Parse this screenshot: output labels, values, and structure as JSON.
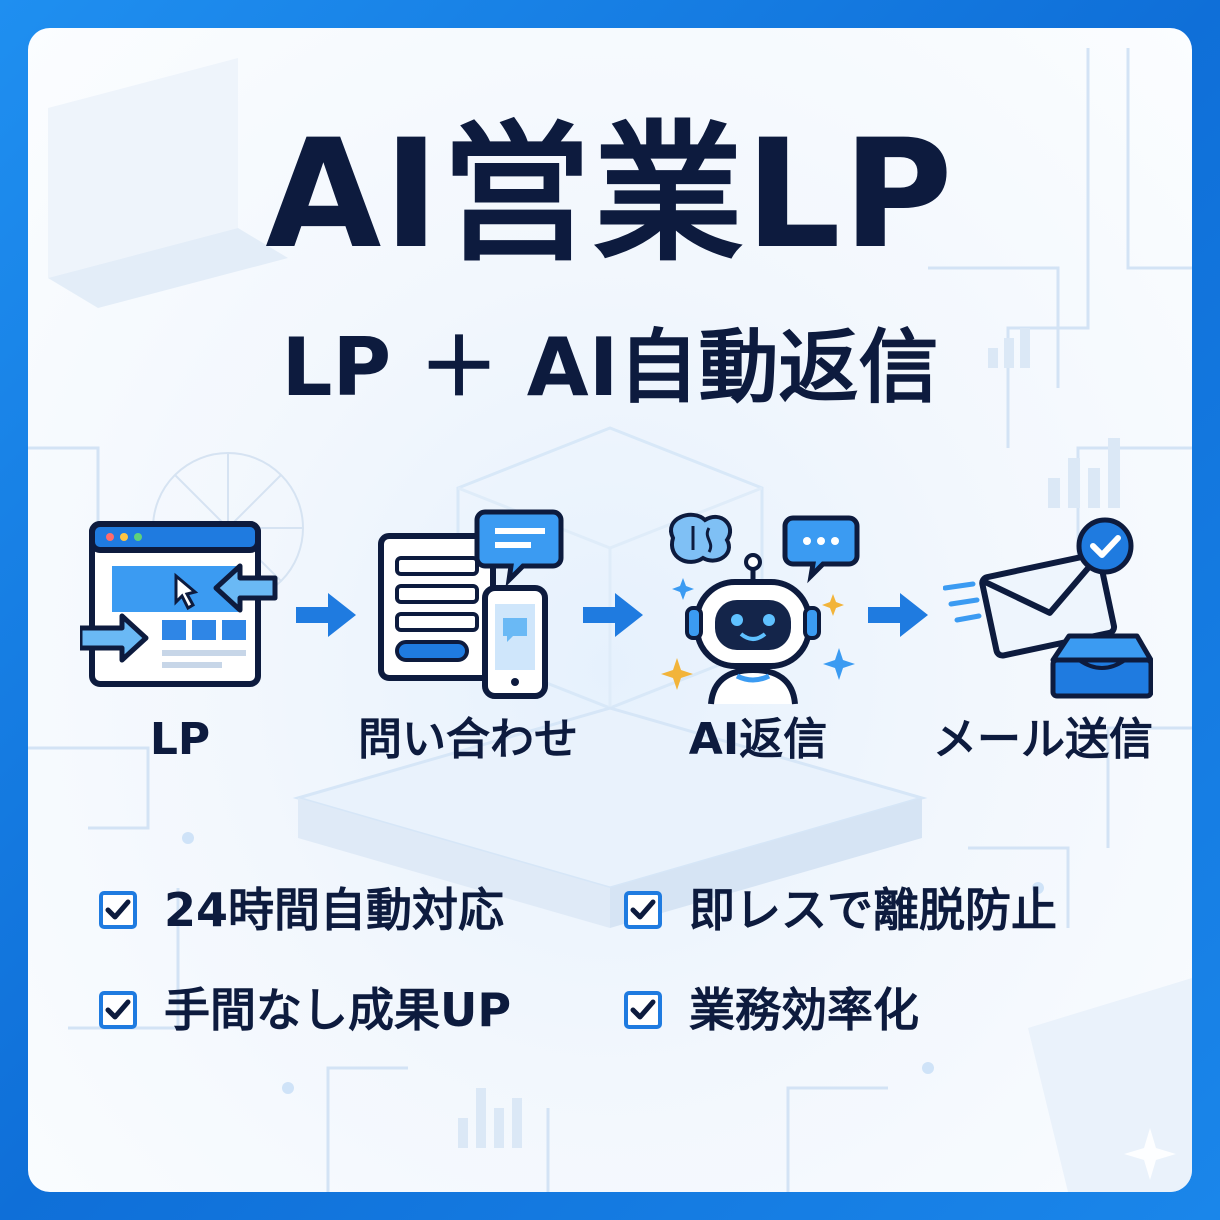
{
  "hero": {
    "title": "AI営業LP",
    "subtitle": "LP ＋ AI自動返信"
  },
  "flow": {
    "steps": [
      {
        "label": "LP",
        "icon": "landing-page-icon"
      },
      {
        "label": "問い合わせ",
        "icon": "contact-form-icon"
      },
      {
        "label": "AI返信",
        "icon": "ai-robot-icon"
      },
      {
        "label": "メール送信",
        "icon": "email-send-icon"
      }
    ],
    "arrow_icon": "arrow-right-icon"
  },
  "features": [
    {
      "text": "24時間自動対応"
    },
    {
      "text": "即レスで離脱防止"
    },
    {
      "text": "手間なし成果UP"
    },
    {
      "text": "業務効率化"
    }
  ],
  "colors": {
    "frame": "#1a86ea",
    "navy": "#0d1b3e",
    "accent": "#1f7be0",
    "light_blue": "#4fa8f0"
  }
}
